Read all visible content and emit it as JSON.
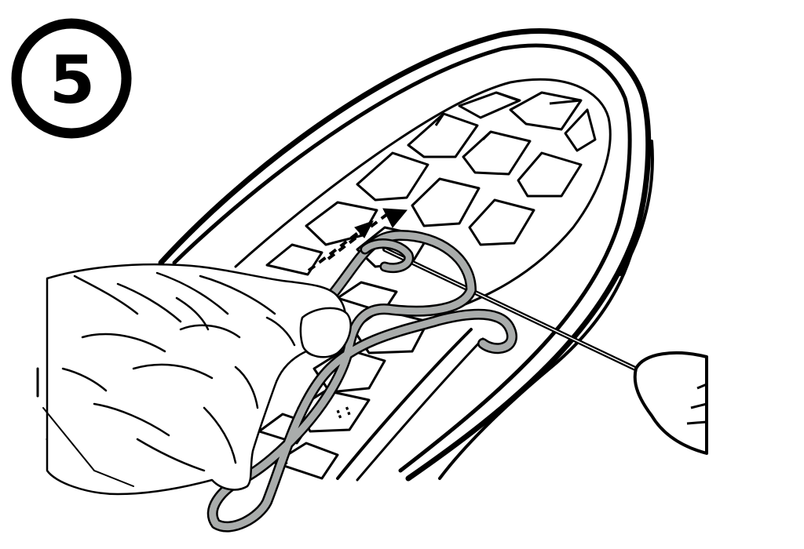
{
  "step": {
    "number": "5"
  },
  "illustration": {
    "colors": {
      "line": "#000000",
      "wire": "#a9acab",
      "background": "#ffffff"
    },
    "icons": [
      "step-number-badge",
      "remote-control-body",
      "hand",
      "wire-loop",
      "needle-probe",
      "direction-arrow"
    ]
  }
}
